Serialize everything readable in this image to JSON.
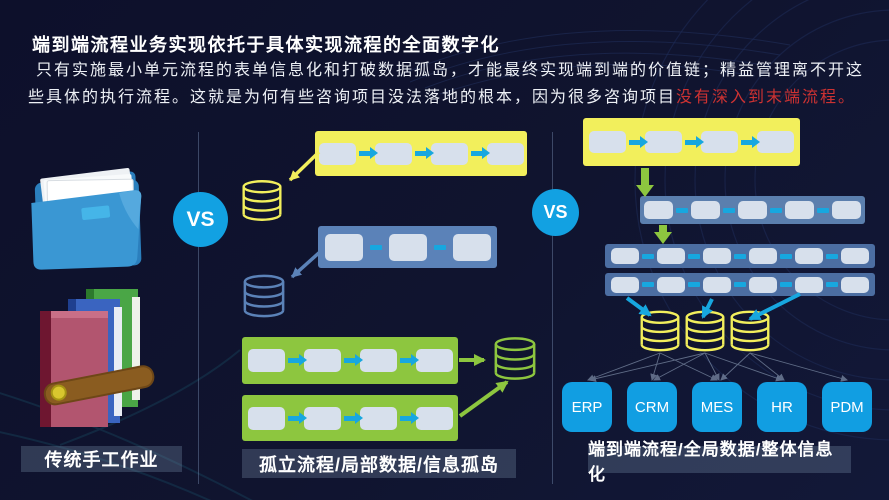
{
  "title": "端到端流程业务实现依托于具体实现流程的全面数字化",
  "body": {
    "line1": "只有实施最小单元流程的表单信息化和打破数据孤岛，才能最终实现端到端的价值链；精益管理离不开这",
    "line2_white": "些具体的执行流程。这就是为何有些咨询项目没法落地的根本，因为很多咨询项目",
    "line2_red": "没有深入到末端流程。"
  },
  "vs_label": "VS",
  "left_panel": {
    "caption": "传统手工作业",
    "icons": [
      "folder-icon",
      "books-icon"
    ]
  },
  "middle_panel": {
    "caption": "孤立流程/局部数据/信息孤岛",
    "icons": [
      "database-icon"
    ]
  },
  "right_panel": {
    "caption": "端到端流程/全局数据/整体信息化",
    "apps": [
      "ERP",
      "CRM",
      "MES",
      "HR",
      "PDM"
    ],
    "icons": [
      "database-icon"
    ]
  },
  "colors": {
    "yellow": "#f2ef5c",
    "lime": "#8dc63f",
    "steel": "#5b82b8",
    "bar-blue": "#4c6ea2",
    "bar-blue-light": "#5b7fae",
    "cyan": "#17a7df",
    "circle-blue": "#12a1e2",
    "app-blue": "#119ee2",
    "red": "#cd3232",
    "step": "#d7e0ec",
    "caption-bg": "rgba(125,150,175,0.30)"
  }
}
